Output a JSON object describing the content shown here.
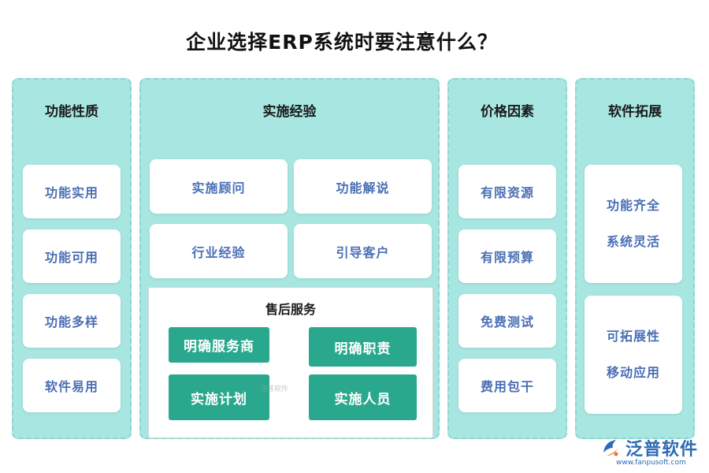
{
  "title": "企业选择ERP系统时要注意什么？",
  "columns": {
    "functional": {
      "heading": "功能性质",
      "items": [
        "功能实用",
        "功能可用",
        "功能多样",
        "软件易用"
      ]
    },
    "implementation": {
      "heading": "实施经验",
      "items": [
        "实施顾问",
        "功能解说",
        "行业经验",
        "引导客户"
      ],
      "after_sales": {
        "title": "售后服务",
        "buttons": [
          "明确服务商",
          "明确职责",
          "实施计划",
          "实施人员"
        ]
      }
    },
    "price": {
      "heading": "价格因素",
      "items": [
        "有限资源",
        "有限预算",
        "免费测试",
        "费用包干"
      ]
    },
    "extension": {
      "heading": "软件拓展",
      "card1": [
        "功能齐全",
        "系统灵活"
      ],
      "card2": [
        "可拓展性",
        "移动应用"
      ]
    }
  },
  "watermark": "泛普软件",
  "brand": {
    "name": "泛普软件",
    "url": "www.fanpusoft.com"
  },
  "colors": {
    "panel_bg": "#a8e6e1",
    "card_text": "#4a6fb5",
    "button_bg": "#2aa88d",
    "brand": "#2b6bb3"
  }
}
